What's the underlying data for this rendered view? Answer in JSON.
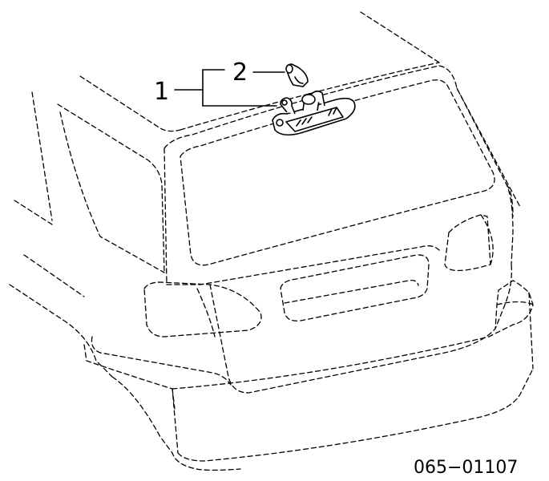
{
  "callouts": {
    "assembly_number": "1",
    "part_number": "2"
  },
  "diagram_code": "065−01107",
  "icons": [
    "rear-washer-nozzle-assembly",
    "washer-nozzle-head"
  ]
}
